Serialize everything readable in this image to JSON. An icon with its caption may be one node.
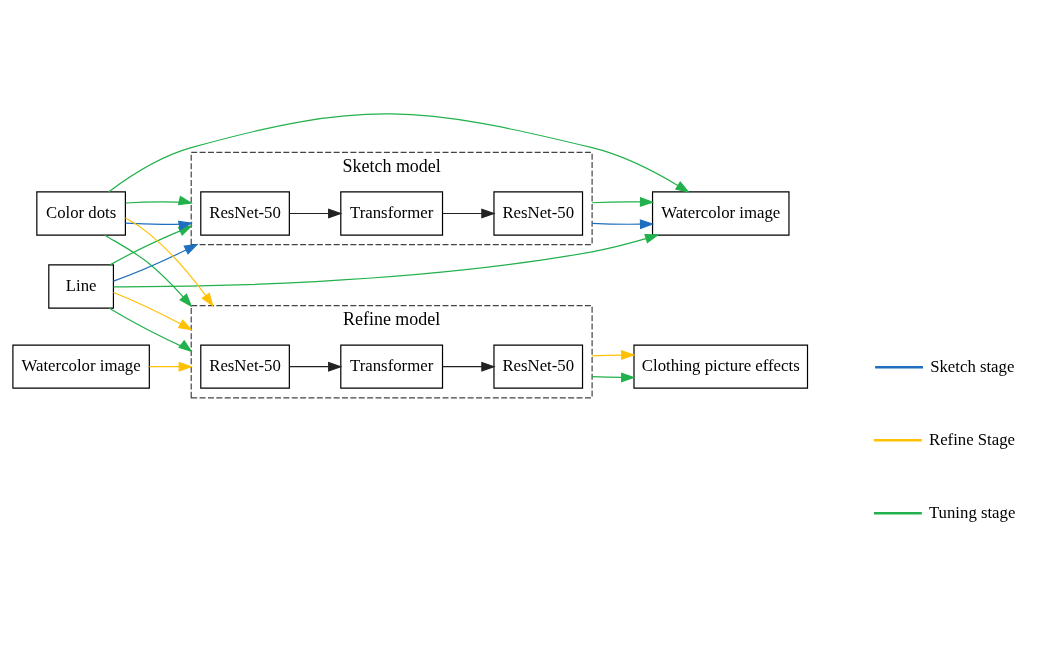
{
  "diagram": {
    "nodes": [
      {
        "text": [
          "Line"
        ]
      },
      {
        "text": [
          "Color dots"
        ]
      },
      {
        "text": [
          "Watercolor image"
        ]
      },
      {
        "text": [
          "Sketch model"
        ]
      },
      {
        "text": [
          "ResNet-50"
        ],
        "in": 3
      },
      {
        "text": [
          "Transformer"
        ],
        "in": 3
      },
      {
        "text": [
          "ResNet-50"
        ],
        "in": 3
      },
      {
        "text": [
          "Watercolor image"
        ]
      },
      {
        "text": [
          "Refine model"
        ]
      },
      {
        "text": [
          "ResNet-50"
        ],
        "in": 8
      },
      {
        "text": [
          "Transformer"
        ],
        "in": 8
      },
      {
        "text": [
          "ResNet-50"
        ],
        "in": 8
      },
      {
        "text": [
          "Clothing picture effects"
        ]
      }
    ],
    "edges": [
      {
        "from": 0,
        "to": 3,
        "arrow": "to",
        "color": "#1f6fc0"
      },
      {
        "from": 1,
        "to": 3,
        "arrow": "to",
        "color": "#1f6fc0"
      },
      {
        "from": 0,
        "to": 3,
        "arrow": "to",
        "color": "#22b14c"
      },
      {
        "from": 1,
        "to": 3,
        "arrow": "to",
        "color": "#22b14c"
      },
      {
        "from": 0,
        "to": 7,
        "arrow": "to",
        "color": "#22b14c"
      },
      {
        "from": 1,
        "to": 7,
        "arrow": "to",
        "color": "#22b14c"
      },
      {
        "from": 0,
        "to": 8,
        "arrow": "to",
        "color": "#22b14c"
      },
      {
        "from": 1,
        "to": 8,
        "arrow": "to",
        "color": "#22b14c"
      },
      {
        "from": 0,
        "to": 8,
        "arrow": "to",
        "color": "#ffc000"
      },
      {
        "from": 1,
        "to": 8,
        "arrow": "to",
        "color": "#ffc000"
      },
      {
        "from": 2,
        "to": 8,
        "arrow": "to",
        "color": "#ffc000"
      },
      {
        "from": 4,
        "to": 5,
        "arrow": "to",
        "color": "#222222"
      },
      {
        "from": 5,
        "to": 6,
        "arrow": "to",
        "color": "#222222"
      },
      {
        "from": 9,
        "to": 10,
        "arrow": "to",
        "color": "#222222"
      },
      {
        "from": 10,
        "to": 11,
        "arrow": "to",
        "color": "#222222"
      },
      {
        "from": 3,
        "to": 7,
        "arrow": "to",
        "color": "#1f6fc0"
      },
      {
        "from": 3,
        "to": 7,
        "arrow": "to",
        "color": "#22b14c"
      },
      {
        "from": 8,
        "to": 12,
        "arrow": "to",
        "color": "#22b14c"
      },
      {
        "from": 8,
        "to": 12,
        "arrow": "to",
        "color": "#ffc000"
      }
    ],
    "legend": [
      {
        "text": "Sketch stage"
      },
      {
        "text": "Refine Stage"
      },
      {
        "text": "Tuning stage"
      }
    ]
  }
}
